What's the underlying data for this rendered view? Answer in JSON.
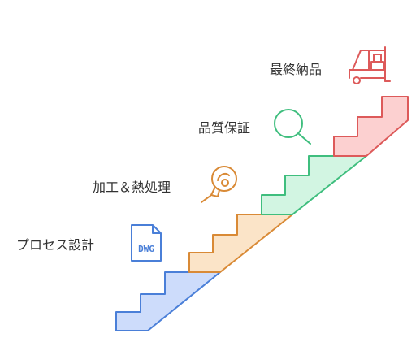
{
  "diagram": {
    "steps": [
      {
        "label": "プロセス設計",
        "icon": "dwg-file-icon",
        "color": "#4a7fd8",
        "fill": "#cddcfb"
      },
      {
        "label": "加工＆熱処理",
        "icon": "lightbulb-icon",
        "color": "#d98a36",
        "fill": "#fbe4c8"
      },
      {
        "label": "品質保証",
        "icon": "magnifier-icon",
        "color": "#3fbe7e",
        "fill": "#d2f5e2"
      },
      {
        "label": "最終納品",
        "icon": "delivery-truck-icon",
        "color": "#dd5a5a",
        "fill": "#fcd0d0"
      }
    ],
    "file_icon_text": "DWG"
  }
}
